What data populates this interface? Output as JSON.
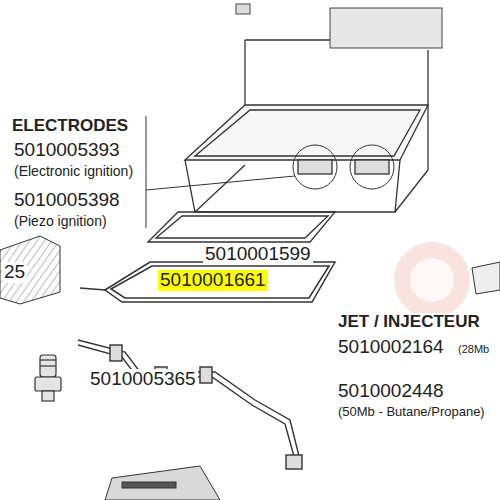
{
  "diagram": {
    "labels": [
      "ELECTRODES",
      "5010005393",
      "(Electronic ignition)",
      "5010005398",
      "(Piezo ignition)",
      "25",
      "5010001599",
      "5010001661",
      "JET / INJECTEUR",
      "5010002164",
      "(28Mb",
      "5010002448",
      "(50Mb - Butane/Propane)",
      "5010005365"
    ]
  }
}
